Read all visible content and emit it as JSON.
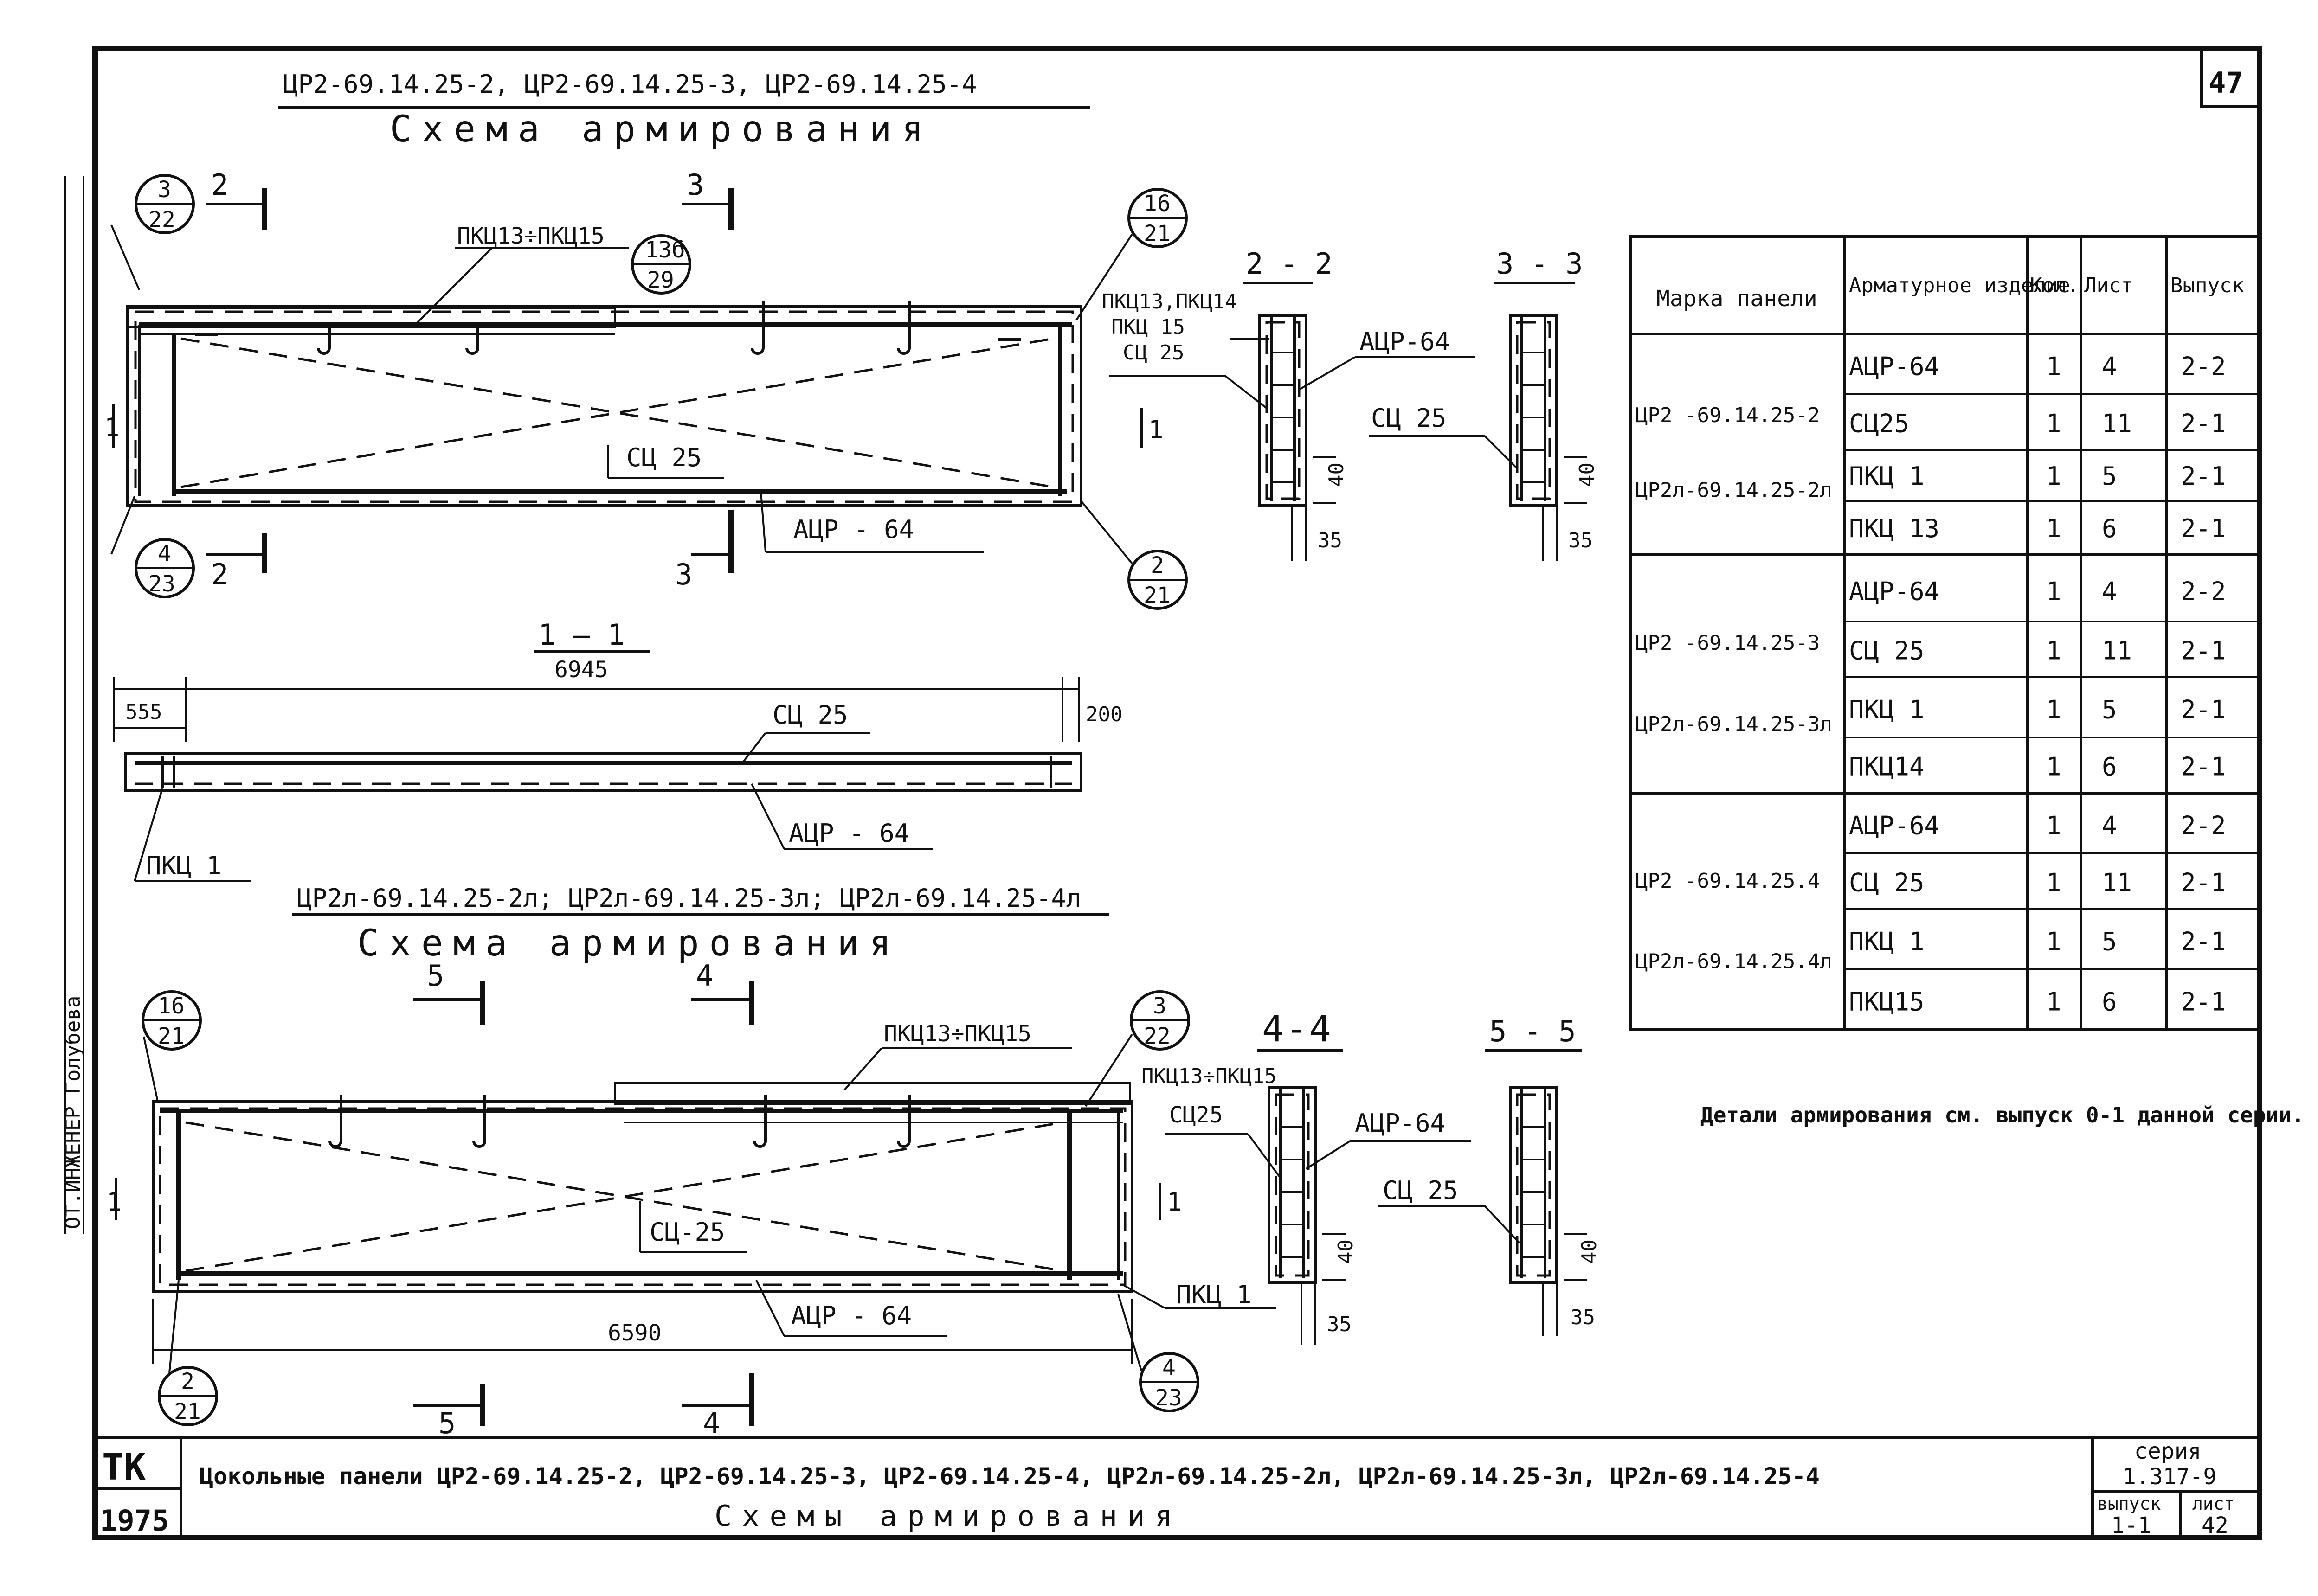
{
  "sheet": {
    "page_number": "47",
    "title_top": "ЦР2-69.14.25-2, ЦР2-69.14.25-3, ЦР2-69.14.25-4",
    "subtitle_top": "Схема армирования",
    "title_mid": "ЦР2л-69.14.25-2л; ЦР2л-69.14.25-3л; ЦР2л-69.14.25-4л",
    "subtitle_mid": "Схема армирования",
    "section_1_1": "1 — 1",
    "length_6945": "6945",
    "length_6590": "6590",
    "dim_555": "555",
    "dim_200": "200",
    "dim_40": "40",
    "dim_35": "35",
    "note": "Детали армирования см. выпуск 0-1 данной серии.",
    "stamp_title": "Цокольные панели ЦР2-69.14.25-2, ЦР2-69.14.25-3, ЦР2-69.14.25-4, ЦР2л-69.14.25-2л, ЦР2л-69.14.25-3л, ЦР2л-69.14.25-4",
    "stamp_subtitle": "Схемы армирования",
    "stamp_tk": "ТК",
    "stamp_year": "1975",
    "series_label": "серия",
    "series_value": "1.317-9",
    "vypusk_label": "выпуск",
    "vypusk_value": "1-1",
    "list_label": "лист",
    "list_value": "42",
    "side_text": "ОТ.ИНЖЕНЕР   Голубева"
  },
  "labels": {
    "pkc13_15": "ПКЦ13÷ПКЦ15",
    "pkc13_15_b": "ПКЦ13÷ПКЦ15",
    "sc25": "СЦ 25",
    "sc25_b": "СЦ-25",
    "acr64": "АЦР - 64",
    "pkc1": "ПКЦ 1",
    "sec22": "2 - 2",
    "sec33": "3 - 3",
    "sec44": "4-4",
    "sec55": "5 - 5",
    "s22_pkc": "ПКЦ13,ПКЦ14",
    "s22_pkc15": "ПКЦ 15",
    "s22_sc": "СЦ 25",
    "s22_acr": "АЦР-64",
    "s33_sc": "СЦ 25",
    "s44_pkc": "ПКЦ13÷ПКЦ15",
    "s44_sc": "СЦ25",
    "s44_acr": "АЦР-64",
    "s55_sc": "СЦ 25",
    "cut2": "2",
    "cut3": "3",
    "cut4": "4",
    "cut5": "5",
    "cut1": "1"
  },
  "callouts": [
    {
      "top": "3",
      "bottom": "22"
    },
    {
      "top": "16",
      "bottom": "21"
    },
    {
      "top": "13б",
      "bottom": "29"
    },
    {
      "top": "4",
      "bottom": "23"
    },
    {
      "top": "2",
      "bottom": "21"
    },
    {
      "top": "16",
      "bottom": "21"
    },
    {
      "top": "3",
      "bottom": "22"
    },
    {
      "top": "2",
      "bottom": "21"
    },
    {
      "top": "4",
      "bottom": "23"
    }
  ],
  "table": {
    "headers": [
      "Марка панели",
      "Арматурное изделие",
      "Кол.",
      "Лист",
      "Выпуск"
    ],
    "groups": [
      {
        "marks": [
          "ЦР2 -69.14.25-2",
          "ЦР2л-69.14.25-2л"
        ],
        "rows": [
          [
            "АЦР-64",
            "1",
            "4",
            "2-2"
          ],
          [
            "СЦ25",
            "1",
            "11",
            "2-1"
          ],
          [
            "ПКЦ 1",
            "1",
            "5",
            "2-1"
          ],
          [
            "ПКЦ 13",
            "1",
            "6",
            "2-1"
          ]
        ]
      },
      {
        "marks": [
          "ЦР2 -69.14.25-3",
          "ЦР2л-69.14.25-3л"
        ],
        "rows": [
          [
            "АЦР-64",
            "1",
            "4",
            "2-2"
          ],
          [
            "СЦ 25",
            "1",
            "11",
            "2-1"
          ],
          [
            "ПКЦ 1",
            "1",
            "5",
            "2-1"
          ],
          [
            "ПКЦ14",
            "1",
            "6",
            "2-1"
          ]
        ]
      },
      {
        "marks": [
          "ЦР2 -69.14.25.4",
          "ЦР2л-69.14.25.4л"
        ],
        "rows": [
          [
            "АЦР-64",
            "1",
            "4",
            "2-2"
          ],
          [
            "СЦ 25",
            "1",
            "11",
            "2-1"
          ],
          [
            "ПКЦ 1",
            "1",
            "5",
            "2-1"
          ],
          [
            "ПКЦ15",
            "1",
            "6",
            "2-1"
          ]
        ]
      }
    ]
  }
}
